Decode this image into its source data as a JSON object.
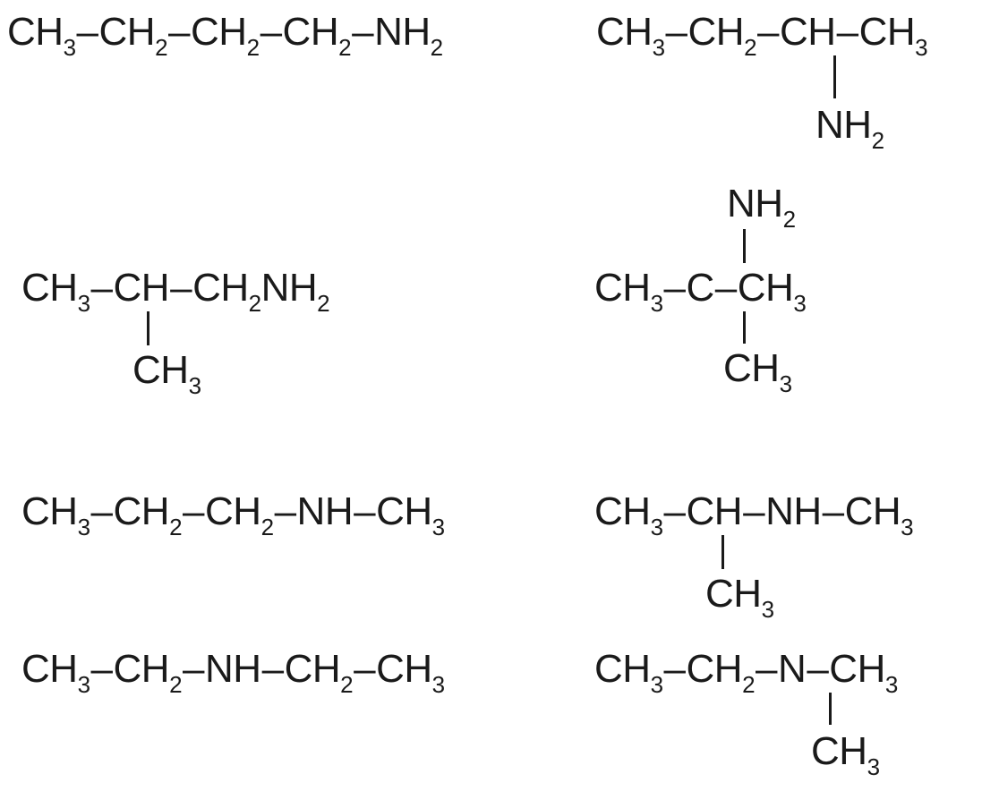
{
  "structures": [
    {
      "id": "butan-1-amine",
      "chain": [
        "CH3",
        "CH2",
        "CH2",
        "CH2",
        "NH2"
      ]
    },
    {
      "id": "butan-2-amine",
      "chain": [
        "CH3",
        "CH2",
        "CH",
        "CH3"
      ],
      "branch": "NH2"
    },
    {
      "id": "2-methylpropan-1-amine",
      "chain": [
        "CH3",
        "CH",
        "CH2NH2"
      ],
      "branch": "CH3"
    },
    {
      "id": "2-methylpropan-2-amine",
      "chain": [
        "CH3",
        "C",
        "CH3"
      ],
      "branch_top": "NH2",
      "branch_bottom": "CH3"
    },
    {
      "id": "N-methylpropan-1-amine",
      "chain": [
        "CH3",
        "CH2",
        "CH2",
        "NH",
        "CH3"
      ]
    },
    {
      "id": "N-methylpropan-2-amine",
      "chain": [
        "CH3",
        "CH",
        "NH",
        "CH3"
      ],
      "branch": "CH3"
    },
    {
      "id": "diethylamine",
      "chain": [
        "CH3",
        "CH2",
        "NH",
        "CH2",
        "CH3"
      ]
    },
    {
      "id": "N,N-dimethylethanamine",
      "chain": [
        "CH3",
        "CH2",
        "N",
        "CH3"
      ],
      "branch": "CH3"
    }
  ]
}
